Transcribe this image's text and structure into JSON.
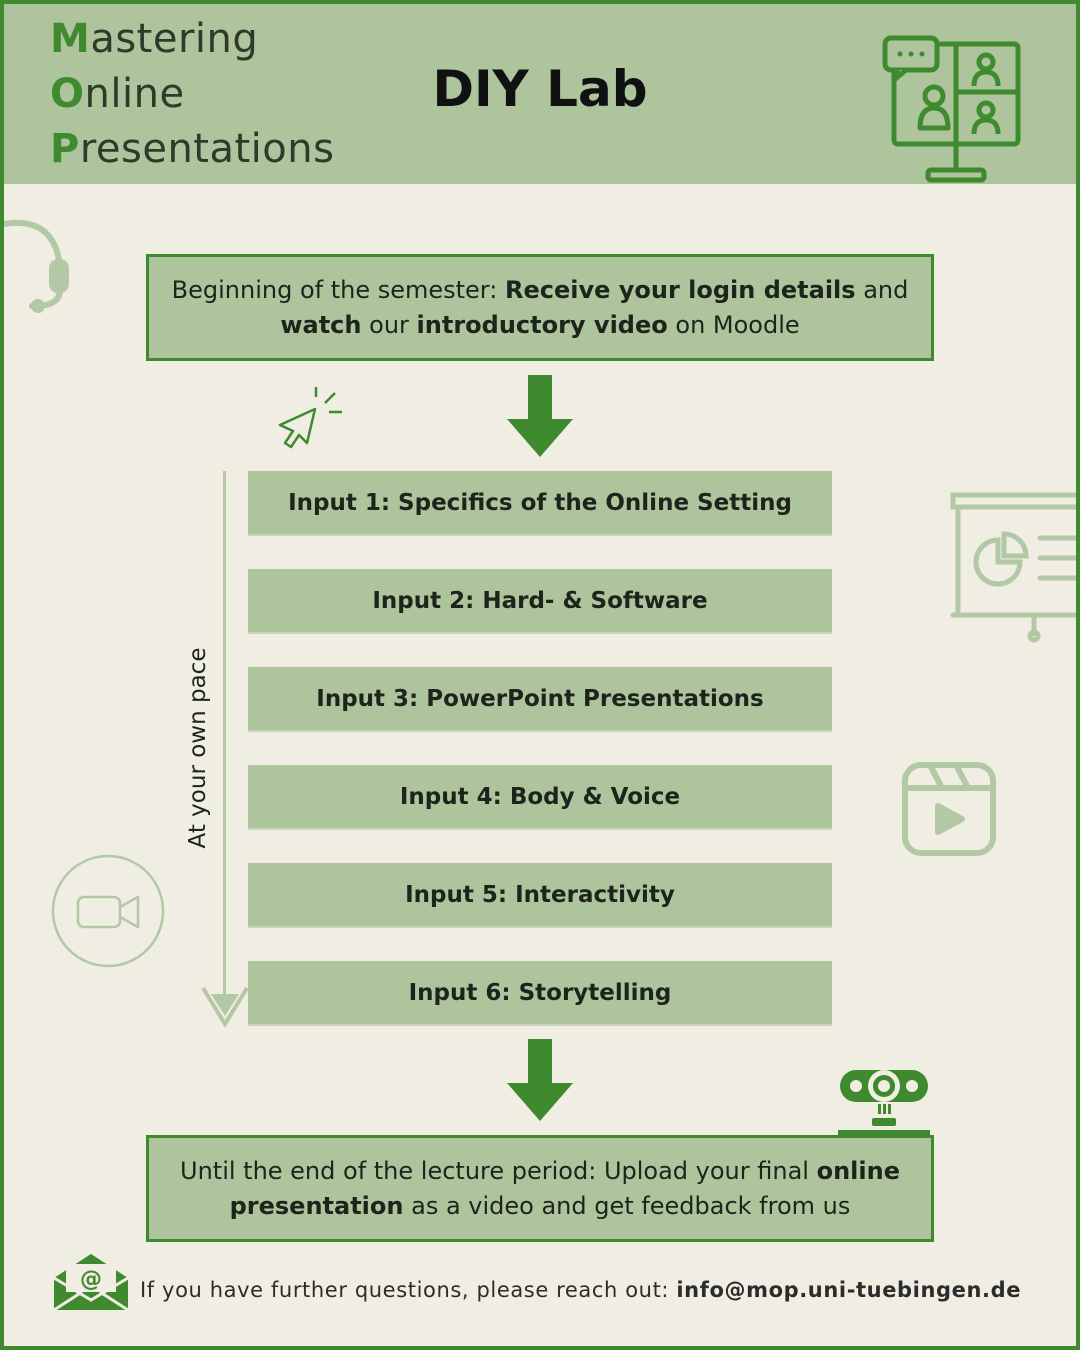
{
  "header": {
    "brand": [
      {
        "cap": "M",
        "rest": "astering"
      },
      {
        "cap": "O",
        "rest": "nline"
      },
      {
        "cap": "P",
        "rest": "resentations"
      }
    ],
    "title": "DIY Lab"
  },
  "start_box": {
    "part1": "Beginning of the semester: ",
    "bold1": "Receive your login details",
    "part2": " and",
    "bold2": "watch",
    "part3": " our ",
    "bold3": "introductory video",
    "part4": " on Moodle"
  },
  "inputs": [
    "Input 1: Specifics of the Online Setting",
    "Input 2: Hard- & Software",
    "Input 3: PowerPoint Presentations",
    "Input 4: Body & Voice",
    "Input 5: Interactivity",
    "Input 6: Storytelling"
  ],
  "pace_label": "At your own pace",
  "end_box": {
    "part1": "Until the end of the lecture period: Upload your final ",
    "bold1": "online",
    "bold2": "presentation",
    "part2": " as a video and get feedback from us"
  },
  "footer": {
    "text": "If you have further questions, please reach out: ",
    "email": "info@mop.uni-tuebingen.de"
  },
  "icons": [
    "video-meeting-icon",
    "headset-icon",
    "cursor-click-icon",
    "presentation-chart-icon",
    "play-video-icon",
    "video-camera-icon",
    "webcam-icon",
    "email-icon"
  ],
  "colors": {
    "accent": "#3f8a2e",
    "header_bg": "#adc49d",
    "page_bg": "#f0ede3",
    "icon_light": "#b3c8a5"
  }
}
